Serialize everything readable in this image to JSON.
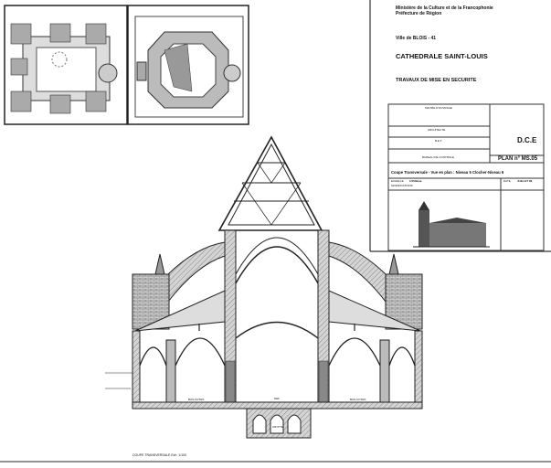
{
  "title_block": {
    "ministry_line1": "Ministère de la Culture et de la Francophonie",
    "ministry_line2": "Préfecture de Région",
    "city": "Ville de BLOIS - 41",
    "building": "CATHEDRALE SAINT-LOUIS",
    "works": "TRAVAUX DE MISE EN SECURITE",
    "owner_heading": "MAITRE D'OUVRAGE",
    "architect_heading": "ARCHITECTE",
    "bet_heading": "B.E.T.",
    "control_heading": "BUREAU DE CONTROLE",
    "phase": "D.C.E",
    "plan_number": "PLAN n° MS.05",
    "sheet_title": "Coupe Transversale - Vue en plan : Niveau 5 Clocher-Niveau 6",
    "scale_label": "ECHELLE",
    "scale_value": "1/100ème",
    "modifications_label": "MODIFICATIONS",
    "date_label": "DATE",
    "date_value": "JUILLET 96"
  },
  "section": {
    "label_aisle_left": "BAS-COTES",
    "label_nave": "NEF",
    "label_aisle_right": "BAS-COTES",
    "label_crypt": "CRYPTE",
    "caption": "COUPE TRANSVERSALE Ech. 1/100"
  },
  "colors": {
    "line": "#222222",
    "hatch": "#9a9a9a",
    "fill": "#c8c8c8"
  }
}
